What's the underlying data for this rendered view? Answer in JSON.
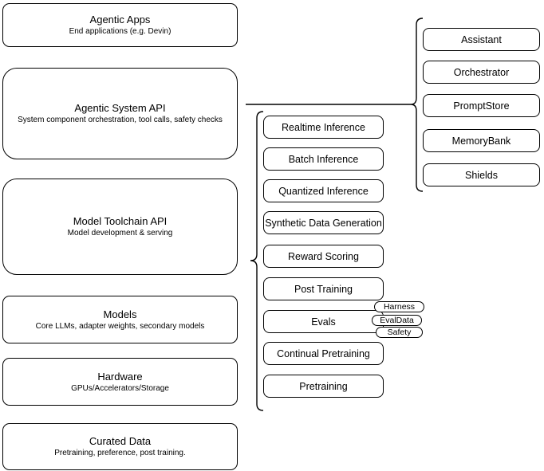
{
  "diagram": {
    "left_column": [
      {
        "title": "Agentic Apps",
        "subtitle": "End applications (e.g. Devin)"
      },
      {
        "title": "Agentic System API",
        "subtitle": "System component orchestration, tool calls, safety checks"
      },
      {
        "title": "Model Toolchain API",
        "subtitle": "Model development & serving"
      },
      {
        "title": "Models",
        "subtitle": "Core LLMs, adapter weights, secondary models"
      },
      {
        "title": "Hardware",
        "subtitle": "GPUs/Accelerators/Storage"
      },
      {
        "title": "Curated Data",
        "subtitle": "Pretraining, preference, post training."
      }
    ],
    "toolchain_items": [
      "Realtime Inference",
      "Batch Inference",
      "Quantized Inference",
      "Synthetic Data Generation",
      "Reward Scoring",
      "Post Training",
      "Evals",
      "Continual Pretraining",
      "Pretraining"
    ],
    "eval_tags": [
      "Harness",
      "EvalData",
      "Safety"
    ],
    "system_components": [
      "Assistant",
      "Orchestrator",
      "PromptStore",
      "MemoryBank",
      "Shields"
    ],
    "colors": {
      "stroke": "#000000",
      "background": "#ffffff",
      "text": "#000000"
    }
  }
}
